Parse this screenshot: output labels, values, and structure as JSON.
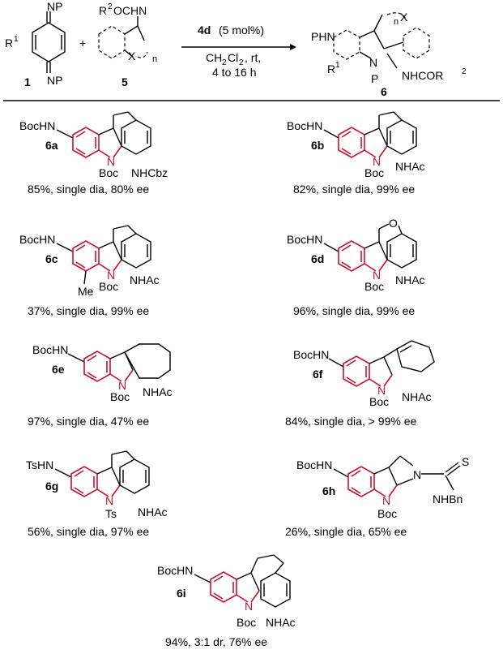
{
  "header": {
    "reactant1": {
      "r1": "R",
      "sup1": "1",
      "np_top": "NP",
      "np_bottom": "NP",
      "number": "1"
    },
    "plus": "+",
    "reactant5": {
      "r2ocn": "R",
      "sup2": "2",
      "ocn": "OCHN",
      "x": "X",
      "n": "n",
      "number": "5"
    },
    "conditions": {
      "catalyst": "4d",
      "catalyst_load": "(5 mol%)",
      "solvent": "CH",
      "solvent_sub1": "2",
      "solvent_mid": "Cl",
      "solvent_sub2": "2",
      "solvent_tail": ", rt,",
      "time": "4 to 16 h"
    },
    "product": {
      "phn": "PHN",
      "r1": "R",
      "sup1": "1",
      "n_label": "N",
      "p_label": "P",
      "x_label": "X",
      "n_sub": "n",
      "nhcor": "NHCOR",
      "sup2": "2",
      "number": "6"
    }
  },
  "compounds": [
    {
      "id": "6a",
      "top_label": "BocHN",
      "n": "N",
      "boc": "Boc",
      "amide": "NHCbz",
      "caption": "85%, single dia, 80% ee"
    },
    {
      "id": "6b",
      "top_label": "BocHN",
      "n": "N",
      "boc": "Boc",
      "amide": "NHAc",
      "caption": "82%, single dia, 99% ee"
    },
    {
      "id": "6c",
      "top_label": "BocHN",
      "n": "N",
      "boc": "Boc",
      "amide": "NHAc",
      "extra": "Me",
      "caption": "37%, single dia, 99% ee"
    },
    {
      "id": "6d",
      "top_label": "BocHN",
      "n": "N",
      "boc": "Boc",
      "amide": "NHAc",
      "extra": "O",
      "caption": "96%, single dia, 99% ee"
    },
    {
      "id": "6e",
      "top_label": "BocHN",
      "n": "N",
      "boc": "Boc",
      "amide": "NHAc",
      "caption": "97%, single dia, 47% ee"
    },
    {
      "id": "6f",
      "top_label": "BocHN",
      "n": "N",
      "boc": "Boc",
      "amide": "NHAc",
      "caption": "84%, single dia, > 99% ee"
    },
    {
      "id": "6g",
      "top_label": "TsHN",
      "n": "N",
      "boc": "Ts",
      "amide": "NHAc",
      "caption": "56%, single dia, 97% ee"
    },
    {
      "id": "6h",
      "top_label": "BocHN",
      "n": "N",
      "boc": "Boc",
      "amide": "NHBn",
      "extra": "S",
      "extra2": "N",
      "caption": "26%, single dia, 65% ee"
    },
    {
      "id": "6i",
      "top_label": "BocHN",
      "n": "N",
      "boc": "Boc",
      "amide": "NHAc",
      "caption": "94%, 3:1 dr, 76% ee"
    }
  ],
  "colors": {
    "accent": "#c8102e",
    "ink": "#000000"
  }
}
